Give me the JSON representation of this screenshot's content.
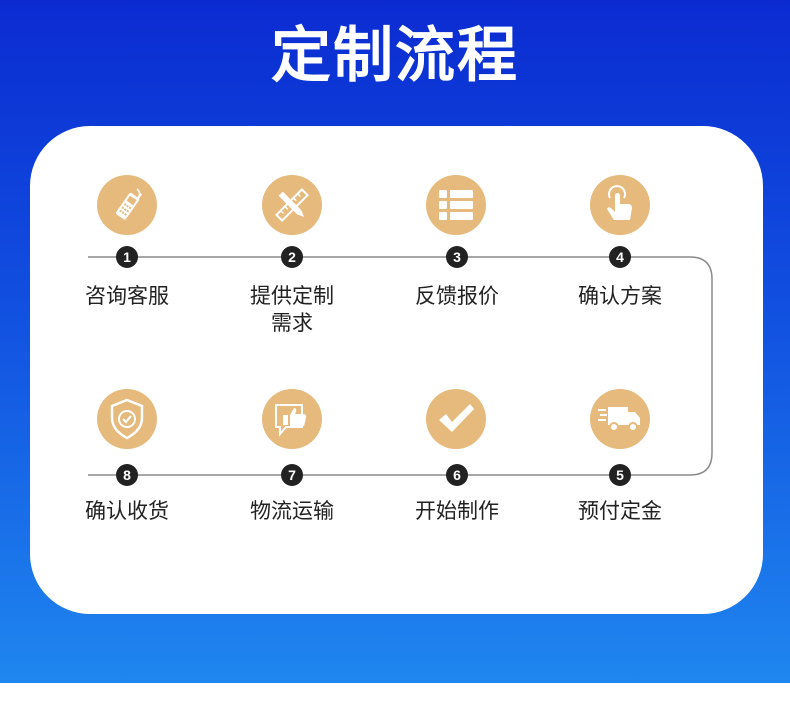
{
  "title": "定制流程",
  "colors": {
    "banner_top": "#0b2bd1",
    "banner_bottom": "#1f86ef",
    "icon_bg": "#e6b97c",
    "badge": "#222222",
    "line": "#888888"
  },
  "steps": [
    {
      "num": "1",
      "label": "咨询客服",
      "icon": "phone-icon"
    },
    {
      "num": "2",
      "label": "提供定制\n需求",
      "icon": "pencil-ruler-icon"
    },
    {
      "num": "3",
      "label": "反馈报价",
      "icon": "list-icon"
    },
    {
      "num": "4",
      "label": "确认方案",
      "icon": "tap-hand-icon"
    },
    {
      "num": "5",
      "label": "预付定金",
      "icon": "delivery-truck-icon"
    },
    {
      "num": "6",
      "label": "开始制作",
      "icon": "checkmark-icon"
    },
    {
      "num": "7",
      "label": "物流运输",
      "icon": "thumbs-up-icon"
    },
    {
      "num": "8",
      "label": "确认收货",
      "icon": "shield-check-icon"
    }
  ]
}
